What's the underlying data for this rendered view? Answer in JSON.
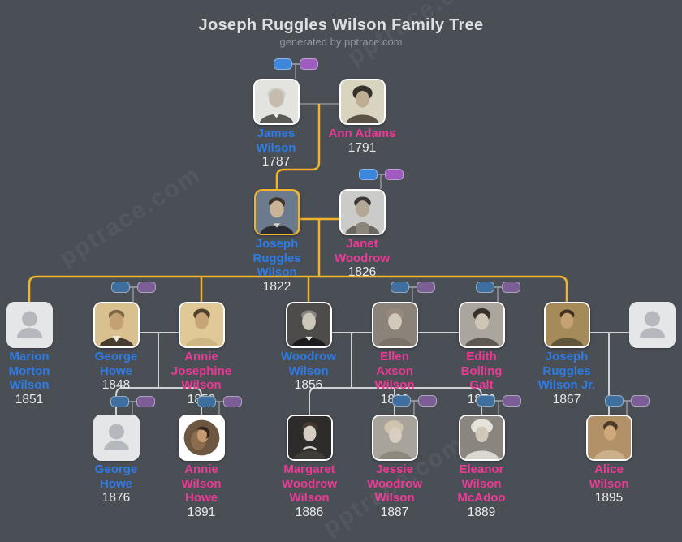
{
  "header": {
    "title": "Joseph Ruggles Wilson Family Tree",
    "subtitle": "generated by pptrace.com"
  },
  "watermark_text": "pptrace.com",
  "colors": {
    "background": "#4a4e55",
    "male_name": "#2d7ce8",
    "female_name": "#ec3a96",
    "year_text": "#e9ebed",
    "highlight_line_and_root_border": "#f1b42c",
    "family_line": "#cfd2d4",
    "connector_gray": "#8e9297",
    "pill_blue": "#3c86dc",
    "pill_purple": "#9d5cbe",
    "pill_blue_muted": "#3f6f9e",
    "pill_purple_muted": "#7b5e95",
    "placeholder_photo_bg": "#e4e6e8",
    "placeholder_icon": "#b5b9bd"
  },
  "people": {
    "james": {
      "name": "James\nWilson",
      "year": "1787",
      "gender": "male",
      "photo": "portrait"
    },
    "ann": {
      "name": "Ann Adams",
      "year": "1791",
      "gender": "female",
      "photo": "portrait"
    },
    "joseph": {
      "name": "Joseph\nRuggles\nWilson",
      "year": "1822",
      "gender": "male",
      "photo": "portrait",
      "highlighted_root": true
    },
    "janet": {
      "name": "Janet\nWoodrow",
      "year": "1826",
      "gender": "female",
      "photo": "portrait"
    },
    "marion": {
      "name": "Marion\nMorton\nWilson",
      "year": "1851",
      "gender": "male",
      "photo": "placeholder"
    },
    "george1848": {
      "name": "George\nHowe",
      "year": "1848",
      "gender": "male",
      "photo": "portrait"
    },
    "anniej": {
      "name": "Annie\nJosephine\nWilson",
      "year": "1853",
      "gender": "female",
      "photo": "portrait"
    },
    "woodrow": {
      "name": "Woodrow\nWilson",
      "year": "1856",
      "gender": "male",
      "photo": "portrait"
    },
    "ellen": {
      "name": "Ellen\nAxson\nWilson",
      "year": "1860",
      "gender": "female",
      "photo": "portrait"
    },
    "edith": {
      "name": "Edith\nBolling\nGalt",
      "year": "1872",
      "gender": "female",
      "photo": "portrait"
    },
    "josephjr": {
      "name": "Joseph\nRuggles\nWilson Jr.",
      "year": "1867",
      "gender": "male",
      "photo": "portrait"
    },
    "unknown": {
      "name": "",
      "year": "",
      "gender": "",
      "photo": "placeholder"
    },
    "george1876": {
      "name": "George\nHowe",
      "year": "1876",
      "gender": "male",
      "photo": "placeholder"
    },
    "anniewh": {
      "name": "Annie\nWilson\nHowe",
      "year": "1891",
      "gender": "female",
      "photo": "portrait-circle"
    },
    "margaret": {
      "name": "Margaret\nWoodrow\nWilson",
      "year": "1886",
      "gender": "female",
      "photo": "portrait"
    },
    "jessie": {
      "name": "Jessie\nWoodrow\nWilson",
      "year": "1887",
      "gender": "female",
      "photo": "portrait"
    },
    "eleanor": {
      "name": "Eleanor\nWilson\nMcAdoo",
      "year": "1889",
      "gender": "female",
      "photo": "portrait"
    },
    "alice": {
      "name": "Alice\nWilson",
      "year": "1895",
      "gender": "female",
      "photo": "portrait"
    }
  },
  "couple_links_drawn": [
    [
      "james",
      "ann"
    ],
    [
      "joseph",
      "janet"
    ],
    [
      "george1848",
      "anniej"
    ],
    [
      "woodrow",
      "ellen"
    ],
    [
      "ellen",
      "edith"
    ],
    [
      "josephjr",
      "unknown"
    ]
  ],
  "descent_links_drawn": [
    {
      "parents": [
        "james",
        "ann"
      ],
      "children": [
        "joseph"
      ],
      "line_color": "yellow"
    },
    {
      "parents": [
        "joseph",
        "janet"
      ],
      "children": [
        "marion",
        "anniej",
        "woodrow",
        "josephjr"
      ],
      "line_color": "yellow"
    },
    {
      "parents": [
        "george1848",
        "anniej"
      ],
      "children": [
        "george1876",
        "anniewh"
      ],
      "line_color": "light"
    },
    {
      "parents": [
        "woodrow",
        "ellen"
      ],
      "children": [
        "margaret",
        "jessie",
        "eleanor"
      ],
      "line_color": "light"
    },
    {
      "parents": [
        "josephjr",
        "unknown"
      ],
      "children": [
        "alice"
      ],
      "line_color": "light"
    }
  ],
  "pill_pairs_above": [
    "james",
    "janet",
    "george1848",
    "ellen",
    "edith",
    "george1876",
    "anniewh",
    "jessie",
    "eleanor",
    "alice"
  ]
}
